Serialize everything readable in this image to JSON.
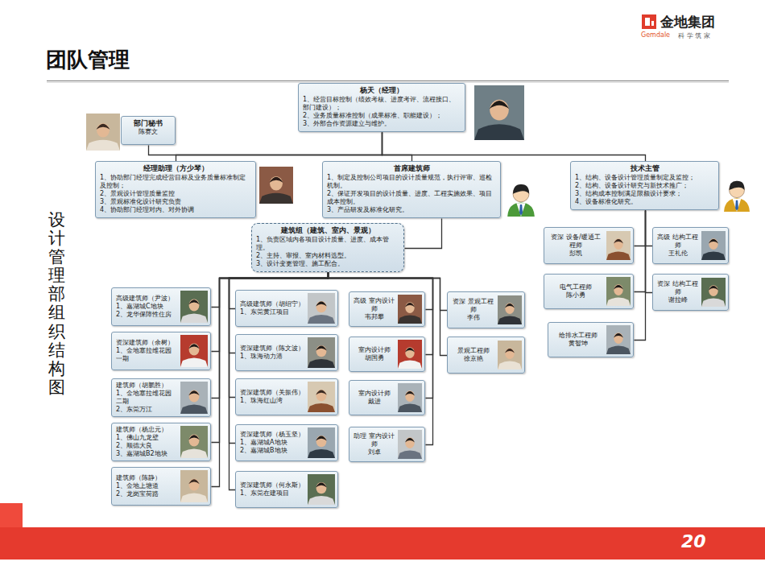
{
  "diagram": {
    "title": "团队管理",
    "nodes": [
      {
        "text": [
          "杨天（经理）",
          "1、经营目标控制（绩效考核、进度考评、流程接口、部门建设）；",
          "2、业务质量标准控制（成果标准、职能建设）；",
          "3、外部合作资源建立与维护。"
        ]
      },
      {
        "text": [
          "部门秘书",
          "陈赛文"
        ]
      },
      {
        "text": [
          "经理助理（方少琴）",
          "1、协助部门经理完成经营目标及业务质量标准制定及控制；",
          "2、景观设计管理质量监控",
          "3、景观标准化设计研究负责",
          "4、协助部门经理对内、对外协调"
        ]
      },
      {
        "text": [
          "首席建筑师",
          "1、制定及控制公司项目的设计质量规范，执行评审、巡检机制。",
          "2、保证开发项目的设计质量、进度、工程实施效果、项目成本控制。",
          "3、产品研发及标准化研究。"
        ]
      },
      {
        "text": [
          "技术主管",
          "1、结构、设备设计管理质量制定及监控；",
          "2、结构、设备设计研究与新技术推广；",
          "3、结构成本控制满足限额设计要求；",
          "4、设备标准化研究。"
        ]
      },
      {
        "text": [
          "建筑组（建筑、室内、景观）",
          "1、负责区域内各项目设计质量、进度、成本管理。",
          "2、主持、审报、室内材料选型。",
          "3、设计变更管理、施工配合。"
        ]
      },
      {
        "text": [
          "高级建筑师（尹波）",
          "1、嘉湖城C地块",
          "2、龙华保障性住房"
        ]
      },
      {
        "text": [
          "资深建筑师（余树）",
          "1、金地塞拉维花园一期"
        ]
      },
      {
        "text": [
          "建筑师（胡鹏胜）",
          "1、金地塞拉维花园二期",
          "2、东莞万江"
        ]
      },
      {
        "text": [
          "建筑师（杨忠元）",
          "1、佛山九龙壁",
          "2、顺德大良",
          "3、嘉湖城B2地块"
        ]
      },
      {
        "text": [
          "建筑师（陈静）",
          "1、金地上塘道",
          "2、龙岗宝荷路"
        ]
      },
      {
        "text": [
          "高级建筑师（胡绍宁）",
          "1、东莞黄江项目"
        ]
      },
      {
        "text": [
          "资深建筑师（陈文波）",
          "1、珠海动力港"
        ]
      },
      {
        "text": [
          "资深建筑师（关振伟）",
          "1、珠海红山湾"
        ]
      },
      {
        "text": [
          "资深建筑师（杨玉坚）",
          "1、嘉湖城A地块",
          "2、嘉湖城B地块"
        ]
      },
      {
        "text": [
          "资深建筑师（何永斯）",
          "1、东莞在建项目"
        ]
      },
      {
        "text": [
          "高级 室内设计师",
          "韦邦攀"
        ]
      },
      {
        "text": [
          "室内设计师",
          "胡国勇"
        ]
      },
      {
        "text": [
          "室内设计师",
          "戴进"
        ]
      },
      {
        "text": [
          "助理 室内设计师",
          "刘卓"
        ]
      },
      {
        "text": [
          "资深 景观工程师",
          "李伟"
        ]
      },
      {
        "text": [
          "景观工程师",
          "徐京艳"
        ]
      },
      {
        "text": [
          "资深 设备/暖通工程师",
          "彭凯"
        ]
      },
      {
        "text": [
          "高级 结构工程师",
          "王礼伦"
        ]
      },
      {
        "text": [
          "电气工程师",
          "陈小勇"
        ]
      },
      {
        "text": [
          "资深 结构工程师",
          "谢拉峰"
        ]
      },
      {
        "text": [
          "给排水工程师",
          "黄智坤"
        ]
      }
    ],
    "edges": [
      {
        "from": 0,
        "to": 1,
        "arrow": "none"
      },
      {
        "from": 0,
        "to": 2,
        "arrow": "none"
      },
      {
        "from": 0,
        "to": 3,
        "arrow": "none"
      },
      {
        "from": 0,
        "to": 4,
        "arrow": "none"
      },
      {
        "from": 3,
        "to": 5,
        "arrow": "none"
      },
      {
        "from": 5,
        "to": 6,
        "arrow": "none"
      },
      {
        "from": 5,
        "to": 7,
        "arrow": "none"
      },
      {
        "from": 5,
        "to": 8,
        "arrow": "none"
      },
      {
        "from": 5,
        "to": 9,
        "arrow": "none"
      },
      {
        "from": 5,
        "to": 10,
        "arrow": "none"
      },
      {
        "from": 5,
        "to": 11,
        "arrow": "none"
      },
      {
        "from": 5,
        "to": 12,
        "arrow": "none"
      },
      {
        "from": 5,
        "to": 13,
        "arrow": "none"
      },
      {
        "from": 5,
        "to": 14,
        "arrow": "none"
      },
      {
        "from": 5,
        "to": 15,
        "arrow": "none"
      },
      {
        "from": 5,
        "to": 16,
        "arrow": "none"
      },
      {
        "from": 5,
        "to": 17,
        "arrow": "none"
      },
      {
        "from": 5,
        "to": 18,
        "arrow": "none"
      },
      {
        "from": 5,
        "to": 19,
        "arrow": "none"
      },
      {
        "from": 5,
        "to": 20,
        "arrow": "none"
      },
      {
        "from": 5,
        "to": 21,
        "arrow": "none"
      },
      {
        "from": 4,
        "to": 22,
        "arrow": "none"
      },
      {
        "from": 4,
        "to": 23,
        "arrow": "none"
      },
      {
        "from": 4,
        "to": 24,
        "arrow": "none"
      },
      {
        "from": 4,
        "to": 25,
        "arrow": "none"
      },
      {
        "from": 4,
        "to": 26,
        "arrow": "none"
      }
    ],
    "labels": [
      "设计管理部组织结构图",
      "金地集团",
      "Gemdale",
      "科 学 筑 家",
      "20"
    ]
  }
}
